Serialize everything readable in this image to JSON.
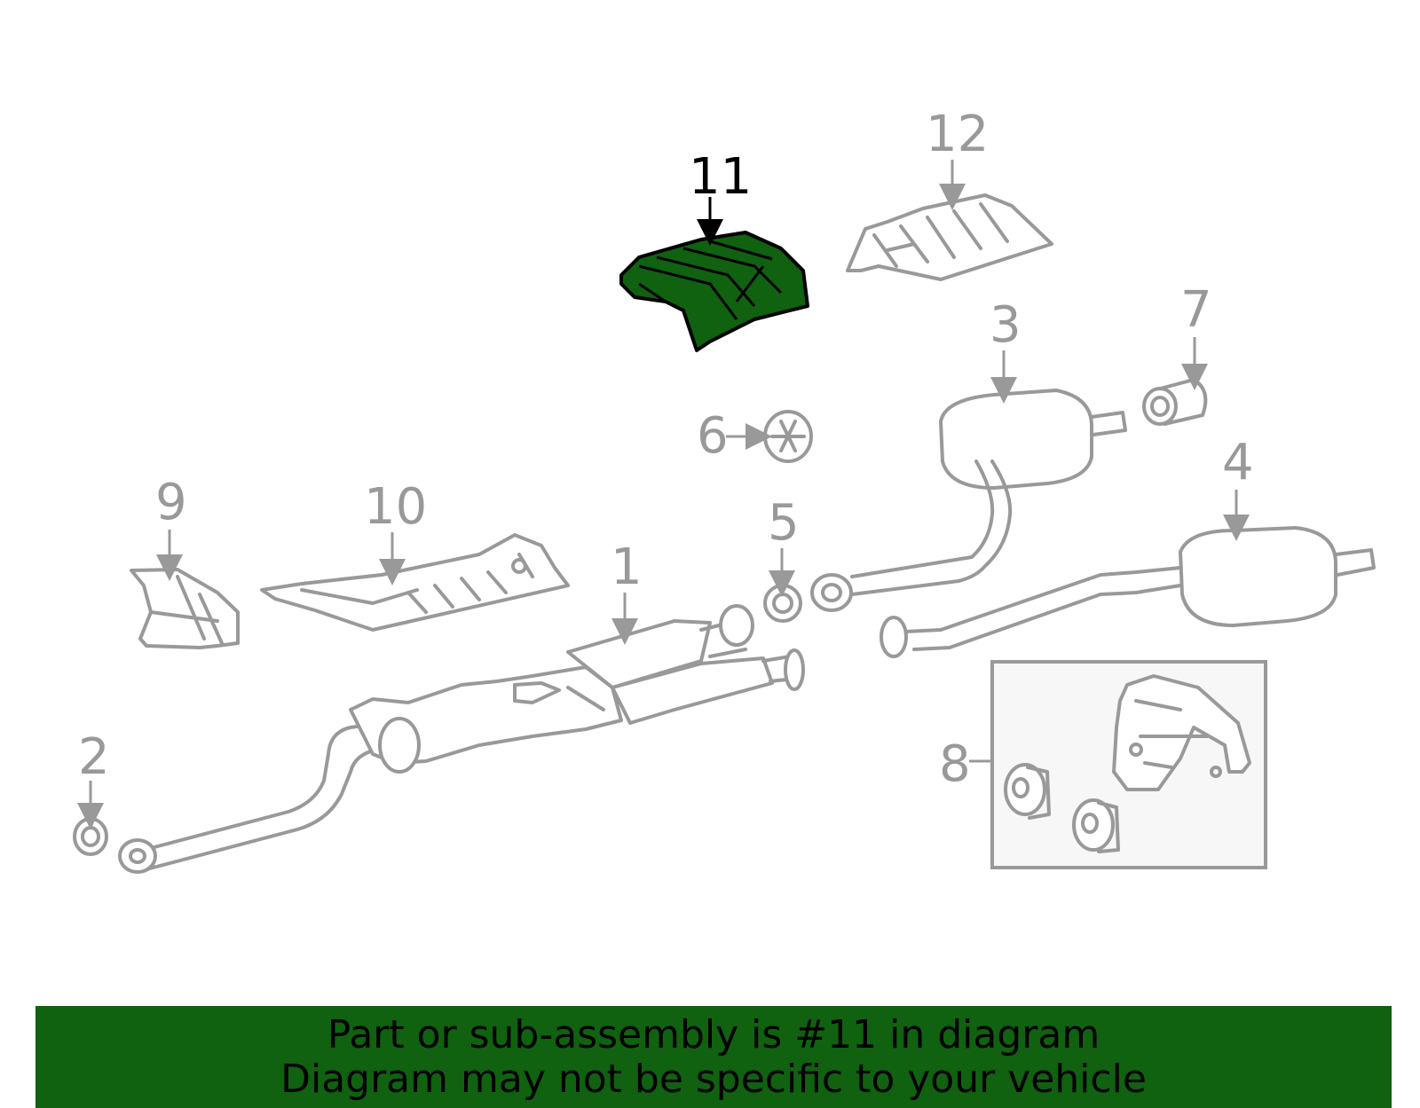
{
  "diagram": {
    "highlighted_callout": "11",
    "highlight_color": "#106110",
    "part_color": "#999999",
    "callouts": {
      "c1": "1",
      "c2": "2",
      "c3": "3",
      "c4": "4",
      "c5": "5",
      "c6": "6",
      "c7": "7",
      "c8": "8",
      "c9": "9",
      "c10": "10",
      "c11": "11",
      "c12": "12"
    }
  },
  "banner": {
    "line1": "Part or sub-assembly is #11 in diagram",
    "line2": "Diagram may not be specific to your vehicle",
    "background": "#106110"
  }
}
